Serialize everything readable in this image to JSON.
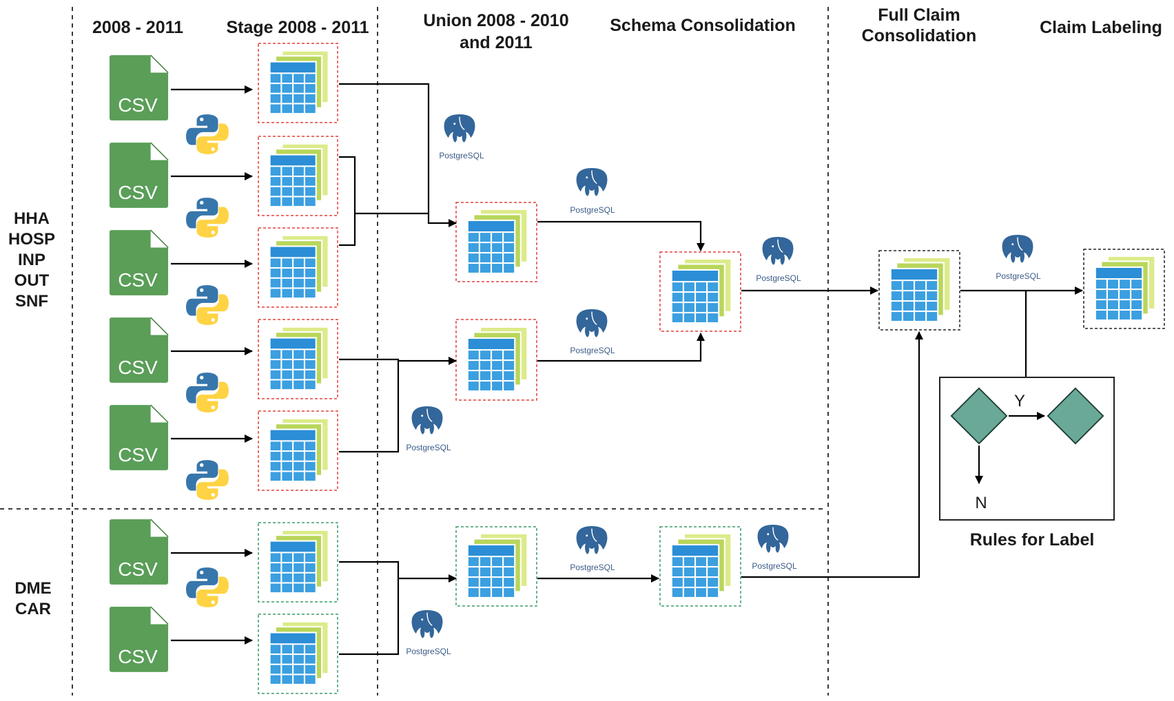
{
  "headers": {
    "col_2008_2011": "2008 - 2011",
    "stage": "Stage 2008 - 2011",
    "union_line1": "Union 2008 - 2010",
    "union_line2": "and 2011",
    "schema": "Schema Consolidation",
    "full_line1": "Full Claim",
    "full_line2": "Consolidation",
    "labeling": "Claim Labeling"
  },
  "groups": {
    "upper": [
      "HHA",
      "HOSP",
      "INP",
      "OUT",
      "SNF"
    ],
    "lower": [
      "DME",
      "CAR"
    ]
  },
  "csv_label": "CSV",
  "postgres_label": "PostgreSQL",
  "rules": {
    "title": "Rules for Label",
    "yes": "Y",
    "no": "N"
  },
  "colors": {
    "csv_green": "#5a9e58",
    "table_blue": "#3b9fe0",
    "table_green": "#b9d65a",
    "table_lime": "#dceb8a",
    "pg_blue": "#33669a",
    "python_blue": "#3776ab",
    "python_yellow": "#ffd343",
    "diamond": "#6aa898",
    "red_border": "#e0403c",
    "green_border": "#3c9b6a",
    "black_border": "#222222"
  },
  "icons": {
    "csv": "csv-file-icon",
    "python": "python-icon",
    "table": "database-table-icon",
    "postgres": "postgresql-elephant-icon",
    "decision": "decision-diamond-icon"
  }
}
